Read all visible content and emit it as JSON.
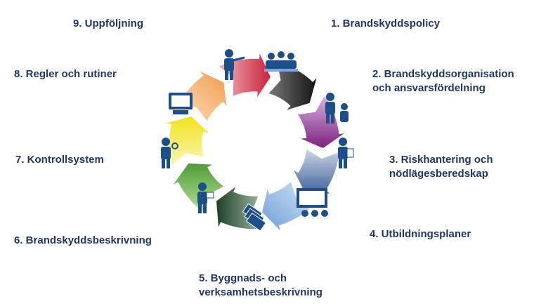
{
  "steps": [
    {
      "lines": [
        "1. Brandskyddspolicy"
      ]
    },
    {
      "lines": [
        "2. Brandskyddsorganisation",
        "och ansvarsfördelning"
      ]
    },
    {
      "lines": [
        "3. Riskhantering och",
        "nödlägesberedskap"
      ]
    },
    {
      "lines": [
        "4. Utbildningsplaner"
      ]
    },
    {
      "lines": [
        "5. Byggnads- och",
        "verksamhetsbeskrivning"
      ]
    },
    {
      "lines": [
        "6. Brandskyddsbeskrivning"
      ]
    },
    {
      "lines": [
        "7. Kontrollsystem"
      ]
    },
    {
      "lines": [
        "8. Regler och rutiner"
      ]
    },
    {
      "lines": [
        "9. Uppföljning"
      ]
    }
  ],
  "arrow_colors": [
    "#1a1a1a",
    "#8e2a8e",
    "#4a6fb0",
    "#8fb8e8",
    "#234a2e",
    "#6fb84a",
    "#f5f03a",
    "#f7a25a",
    "#d9304a"
  ],
  "figure_color": "#1c4f8a",
  "icons": [
    "meeting-icon",
    "team-icon",
    "person-clipboard-icon",
    "presentation-icon",
    "documents-icon",
    "person-with-sign-icon",
    "magnifier-person-icon",
    "computer-icon",
    "person-pointing-icon"
  ]
}
